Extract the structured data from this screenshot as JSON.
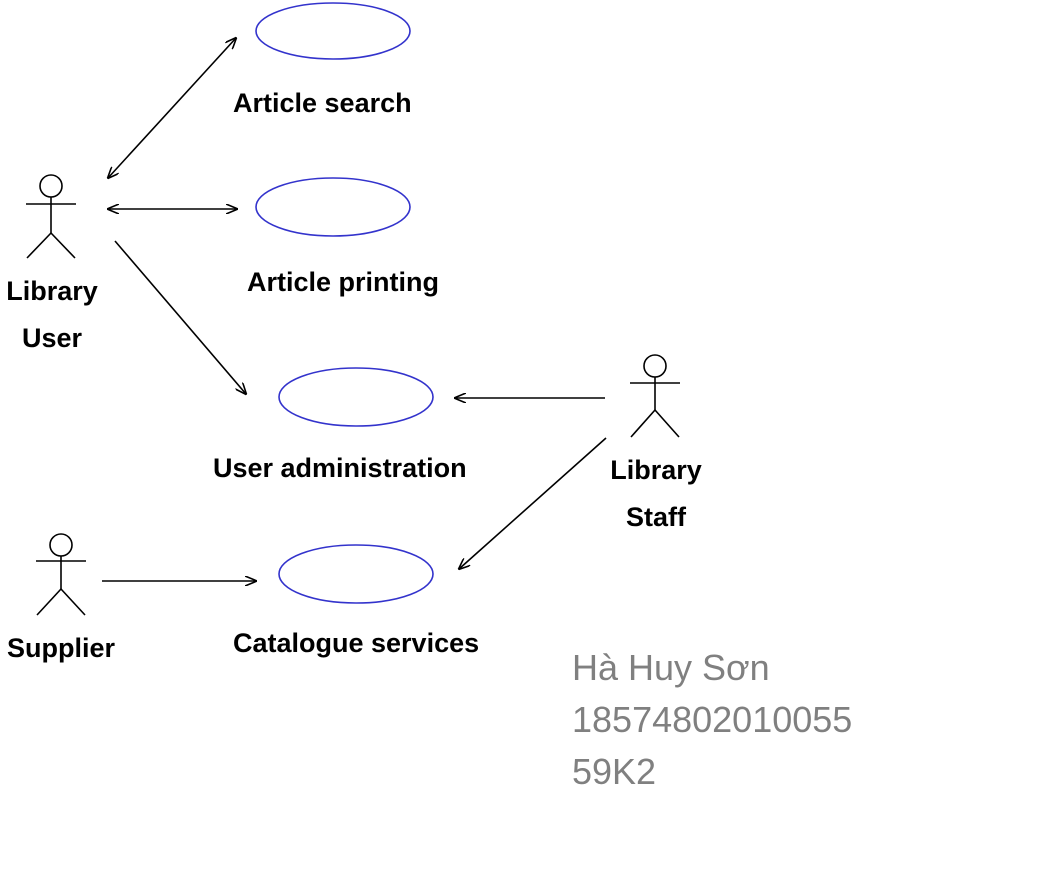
{
  "colors": {
    "usecase_stroke": "#3333cc",
    "line": "#000000",
    "note_text": "#808080"
  },
  "use_cases": [
    {
      "id": "article-search",
      "label": "Article search"
    },
    {
      "id": "article-printing",
      "label": "Article printing"
    },
    {
      "id": "user-administration",
      "label": "User administration"
    },
    {
      "id": "catalogue-services",
      "label": "Catalogue services"
    }
  ],
  "actors": [
    {
      "id": "library-user",
      "lines": [
        "Library",
        "User"
      ]
    },
    {
      "id": "library-staff",
      "lines": [
        "Library",
        "Staff"
      ]
    },
    {
      "id": "supplier",
      "lines": [
        "Supplier"
      ]
    }
  ],
  "note": {
    "name": "Hà Huy Sơn",
    "id_number": "18574802010055",
    "class": "59K2"
  }
}
